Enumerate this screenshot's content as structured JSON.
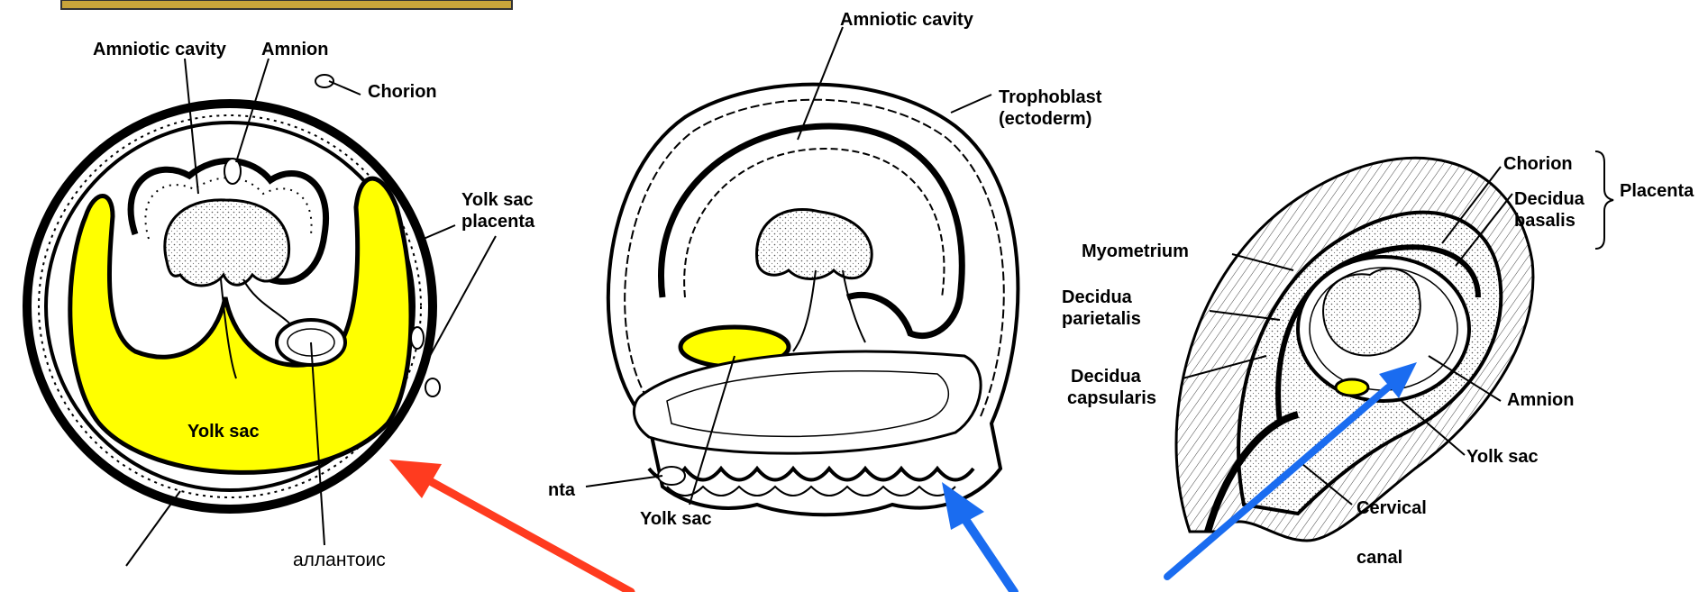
{
  "colors": {
    "yolk": "#ffff00",
    "red_arrow": "#ff3b1f",
    "blue_arrow": "#1a6cf0",
    "ink": "#000000",
    "stipple": "#e8e8e8"
  },
  "diagram_left": {
    "labels": {
      "amniotic_cavity": "Amniotic cavity",
      "amnion": "Amnion",
      "chorion": "Chorion",
      "yolk_sac_placenta_1": "Yolk sac",
      "yolk_sac_placenta_2": "placenta",
      "yolk_sac": "Yolk sac",
      "allantois": "аллантоис"
    }
  },
  "diagram_middle": {
    "labels": {
      "amniotic_cavity": "Amniotic cavity",
      "trophoblast_1": "Trophoblast",
      "trophoblast_2": "(ectoderm)",
      "placenta_fragment": "nta",
      "yolk_sac": "Yolk sac"
    }
  },
  "diagram_right": {
    "labels": {
      "chorion": "Chorion",
      "decidua_basalis_1": "Decidua",
      "decidua_basalis_2": "basalis",
      "placenta": "Placenta",
      "myometrium": "Myometrium",
      "decidua_parietalis_1": "Decidua",
      "decidua_parietalis_2": "parietalis",
      "decidua_capsularis_1": "Decidua",
      "decidua_capsularis_2": "capsularis",
      "amnion": "Amnion",
      "yolk_sac": "Yolk sac",
      "cervical": "Cervical",
      "canal": "canal"
    }
  }
}
